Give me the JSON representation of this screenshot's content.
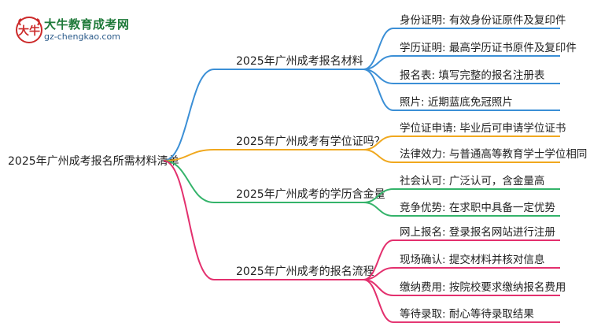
{
  "logo": {
    "title": "大牛教育成考网",
    "url": "gz-chengkao.com"
  },
  "mindmap": {
    "root": "2025年广州成考报名所需材料清单",
    "branches": [
      {
        "label": "2025年广州成考报名材料",
        "color": "#3b8fd6",
        "children": [
          "身份证明: 有效身份证原件及复印件",
          "学历证明: 最高学历证书原件及复印件",
          "报名表: 填写完整的报名注册表",
          "照片: 近期蓝底免冠照片"
        ]
      },
      {
        "label": "2025年广州成考有学位证吗？",
        "color": "#f0a81e",
        "children": [
          "学位证申请: 毕业后可申请学位证书",
          "法律效力: 与普通高等教育学士学位相同"
        ]
      },
      {
        "label": "2025年广州成考的学历含金量",
        "color": "#34b36a",
        "children": [
          "社会认可: 广泛认可，含金量高",
          "竞争优势: 在求职中具备一定优势"
        ]
      },
      {
        "label": "2025年广州成考的报名流程",
        "color": "#e3306e",
        "children": [
          "网上报名: 登录报名网站进行注册",
          "现场确认: 提交材料并核对信息",
          "缴纳费用: 按院校要求缴纳报名费用",
          "等待录取: 耐心等待录取结果"
        ]
      }
    ]
  }
}
